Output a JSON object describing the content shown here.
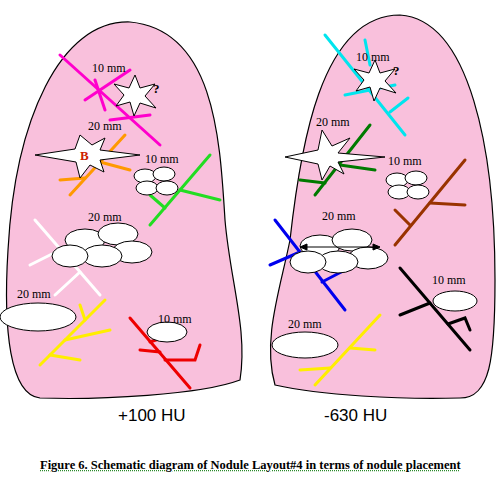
{
  "diagram": {
    "caption": "Figure 6.  Schematic diagram of Nodule Layout#4 in terms of nodule placement",
    "labels": [
      "10 mm",
      "?",
      "20 mm",
      "B",
      "10 mm",
      "20 mm",
      "20 mm",
      "10 mm",
      "+100 HU",
      "10 mm",
      "?",
      "20 mm",
      "10 mm",
      "20 mm",
      "10 mm",
      "20 mm",
      "-630 HU"
    ]
  }
}
